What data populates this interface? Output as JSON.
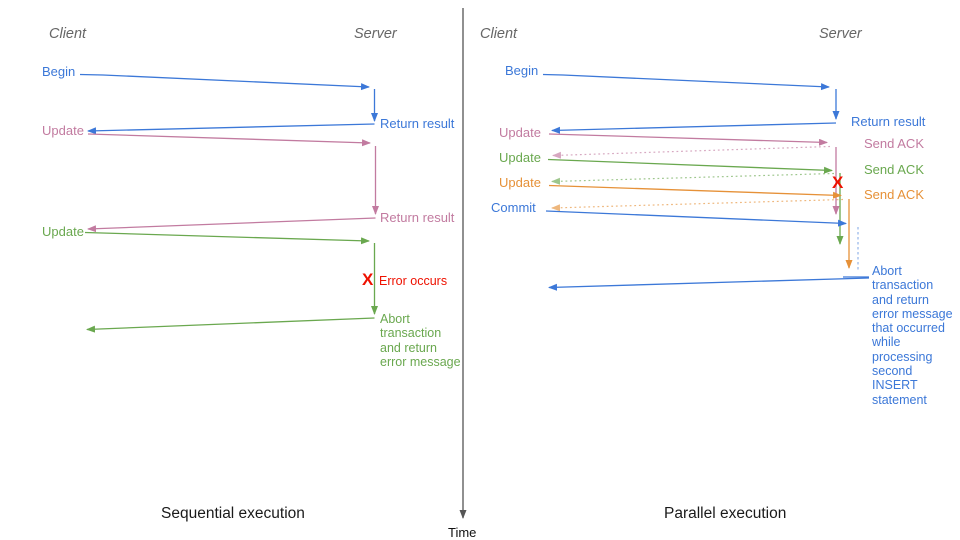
{
  "palette": {
    "blue": "#3c78d8",
    "pink": "#c27ba0",
    "green": "#6aa84f",
    "orange": "#e69138",
    "red": "#ee1100",
    "gray": "#666666",
    "axis": "#555555",
    "title": "#1a1a1a"
  },
  "axis": {
    "label": "Time"
  },
  "left": {
    "title": "Sequential execution",
    "client": "Client",
    "server": "Server",
    "begin": "Begin",
    "return1": "Return result",
    "update1": "Update",
    "return2": "Return result",
    "update2": "Update",
    "error_x": "X",
    "error": "Error occurs",
    "abort_lines": [
      "Abort",
      "transaction",
      "and return",
      "error message"
    ]
  },
  "right": {
    "title": "Parallel execution",
    "client": "Client",
    "server": "Server",
    "begin": "Begin",
    "return1": "Return result",
    "update1": "Update",
    "ack1": "Send ACK",
    "update2": "Update",
    "ack2": "Send ACK",
    "update3": "Update",
    "ack3": "Send ACK",
    "commit": "Commit",
    "error_x": "X",
    "abort_lines": [
      "Abort",
      "transaction",
      "and return",
      "error message",
      "that occurred",
      "while",
      "processing",
      "second",
      "INSERT",
      "statement"
    ]
  }
}
